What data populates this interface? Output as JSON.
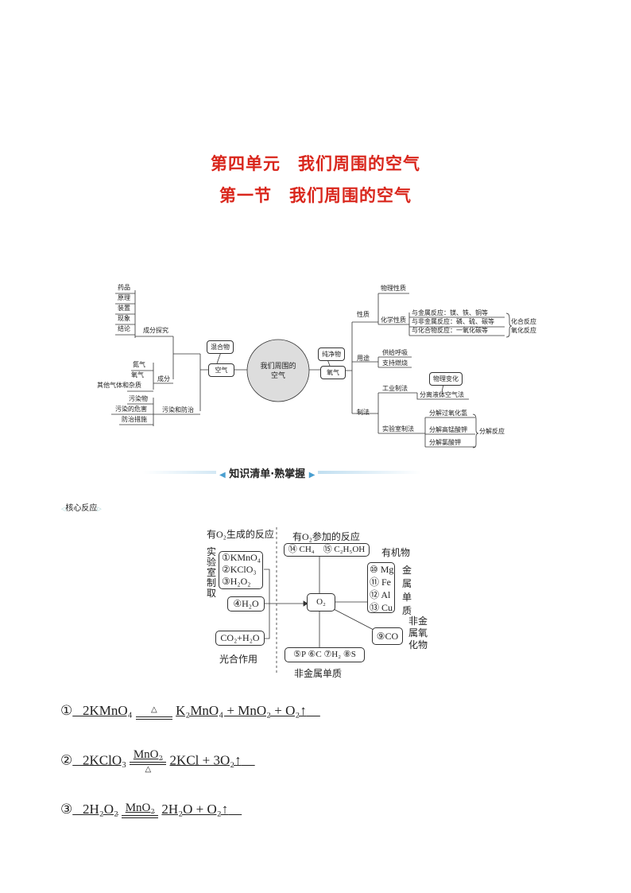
{
  "titles": {
    "unit": "第四单元　我们周围的空气",
    "section": "第一节　我们周围的空气"
  },
  "mindmap": {
    "center": "我们周围的空气",
    "air": {
      "label": "空气",
      "tag": "混合物",
      "explore": {
        "label": "成分探究",
        "items": [
          "药品",
          "原理",
          "装置",
          "现象",
          "结论"
        ]
      },
      "composition": {
        "label": "成分",
        "items": [
          "氮气",
          "氧气",
          "其他气体和杂质"
        ]
      },
      "pollution": {
        "label": "污染和防治",
        "items": [
          "污染物",
          "污染的危害",
          "防治措施"
        ]
      }
    },
    "oxygen": {
      "label": "氧气",
      "tag": "纯净物",
      "properties": {
        "label": "性质",
        "physical": "物理性质",
        "chemical": "化学性质",
        "chem_items": [
          "与金属反应：镁、铁、铜等",
          "与非金属反应：磷、硫、碳等",
          "与化合物反应：一氧化碳等"
        ],
        "chem_types": [
          "化合反应",
          "氧化反应"
        ]
      },
      "uses": {
        "label": "用途",
        "items": [
          "供给呼吸",
          "支持燃烧"
        ]
      },
      "prep": {
        "label": "制法",
        "industrial": "工业制法",
        "industrial_method": "分离液体空气法",
        "industrial_tag": "物理变化",
        "lab": "实验室制法",
        "lab_items": [
          "分解过氧化氢",
          "分解高锰酸钾",
          "分解氯酸钾"
        ],
        "lab_type": "分解反应"
      }
    }
  },
  "banner": "知识清单·熟掌握",
  "subheading": "核心反应",
  "reaction_map": {
    "left_title": "有O₂生成的反应",
    "lab_label": "实验室制取",
    "lab_items": [
      "①KMnO₄",
      "②KClO₃",
      "③H₂O₂"
    ],
    "water": "④H₂O",
    "photo_box": "CO₂+H₂O",
    "photo_label": "光合作用",
    "right_title": "有O₂参加的反应",
    "center": "O₂",
    "organic": "⑭ CH₄　⑮ C₂H₅OH",
    "organic_label": "有机物",
    "metals": [
      "⑩ Mg",
      "⑪ Fe",
      "⑫ Al",
      "⑬ Cu"
    ],
    "metal_label": "金属单质",
    "oxide": "⑨CO",
    "oxide_label": "非金属氧化物",
    "nonmetals": "⑤P ⑥C ⑦H₂ ⑧S",
    "nonmetal_label": "非金属单质"
  },
  "equations": [
    {
      "num": "①",
      "reactants": "2KMnO₄",
      "cond_top": "△",
      "cond_bottom": "",
      "products": "K₂MnO₄ + MnO₂ + O₂↑"
    },
    {
      "num": "②",
      "reactants": "2KClO₃",
      "cond_top": "MnO₂",
      "cond_bottom": "△",
      "products": "2KCl + 3O₂↑"
    },
    {
      "num": "③",
      "reactants": "2H₂O₂",
      "cond_top": "MnO₂",
      "cond_bottom": "",
      "products": "2H₂O + O₂↑"
    }
  ]
}
